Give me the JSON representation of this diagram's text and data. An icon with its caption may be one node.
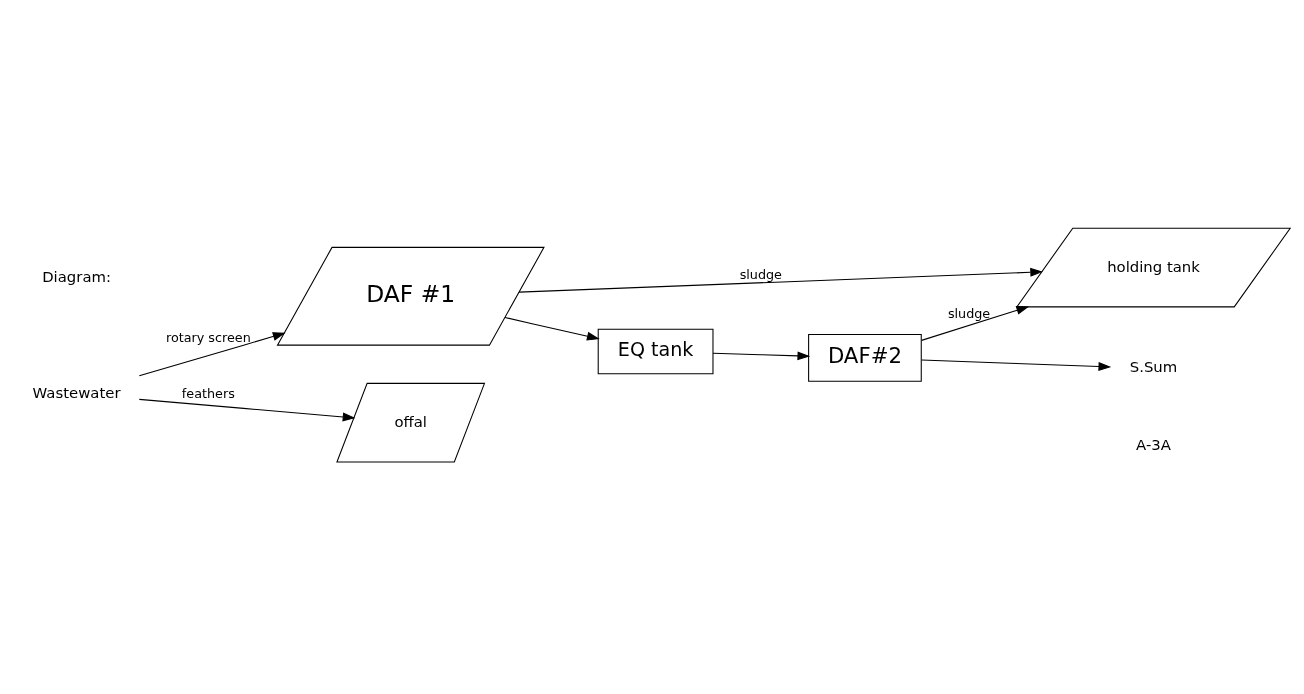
{
  "diagram": {
    "nodes": [
      {
        "text": [
          "Wastewater"
        ]
      },
      {
        "text": [
          "DAF #1"
        ]
      },
      {
        "text": [
          "offal"
        ]
      },
      {
        "text": [
          "holding tank"
        ]
      },
      {
        "text": [
          "EQ tank"
        ]
      },
      {
        "text": [
          "DAF#2"
        ]
      },
      {
        "text": [
          "S.Sum"
        ]
      }
    ],
    "edges": [
      {
        "from": 0,
        "to": 1,
        "arrow": "to",
        "label": "rotary screen"
      },
      {
        "from": 0,
        "to": 2,
        "arrow": "to",
        "label": "feathers"
      },
      {
        "from": 1,
        "to": 3,
        "arrow": "to",
        "label": "sludge"
      },
      {
        "from": 1,
        "to": 4,
        "arrow": "to"
      },
      {
        "from": 5,
        "to": 3,
        "arrow": "to",
        "label": "sludge"
      },
      {
        "from": 4,
        "to": 5,
        "arrow": "to"
      },
      {
        "from": 5,
        "to": 6,
        "arrow": "to"
      }
    ],
    "labels": [
      "Diagram:",
      "A-3A"
    ]
  }
}
